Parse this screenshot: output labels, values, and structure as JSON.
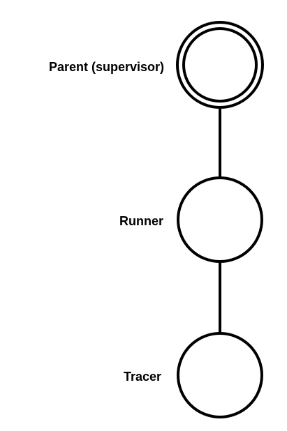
{
  "diagram": {
    "type": "process-tree",
    "nodes": [
      {
        "id": "parent",
        "label": "Parent (supervisor)",
        "double_circle": true
      },
      {
        "id": "runner",
        "label": "Runner",
        "double_circle": false
      },
      {
        "id": "tracer",
        "label": "Tracer",
        "double_circle": false
      }
    ],
    "edges": [
      {
        "from": "parent",
        "to": "runner"
      },
      {
        "from": "runner",
        "to": "tracer"
      }
    ],
    "colors": {
      "stroke": "#000000",
      "fill": "#ffffff",
      "background": "#ffffff"
    }
  }
}
